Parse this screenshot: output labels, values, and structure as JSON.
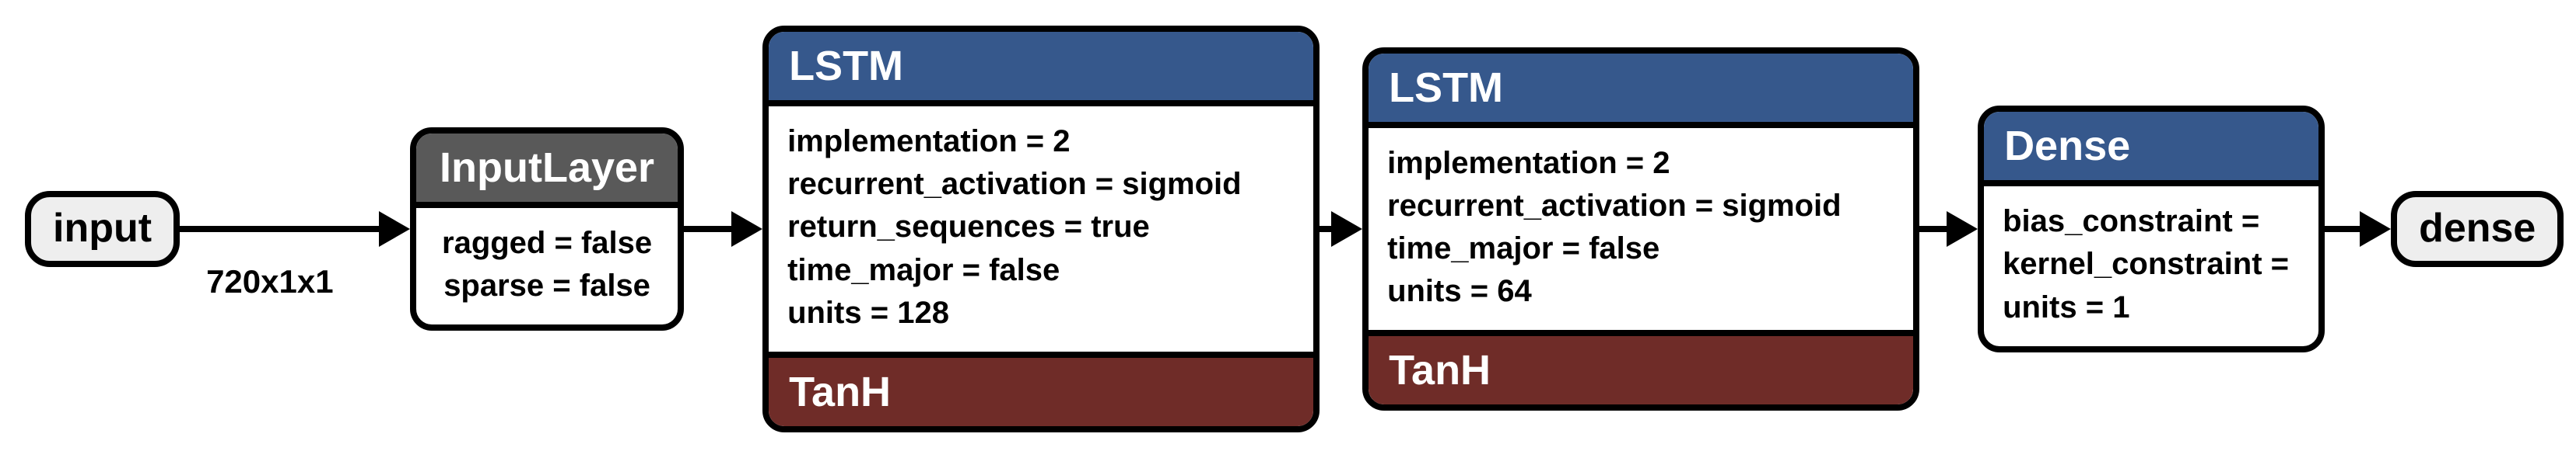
{
  "diagram": {
    "type": "neural-network-model-graph",
    "input_node": {
      "label": "input"
    },
    "output_node": {
      "label": "dense"
    },
    "edges": {
      "input_to_inputlayer": {
        "shape_label": "720x1x1"
      }
    },
    "layers": [
      {
        "name": "InputLayer",
        "header_color": "#595959",
        "params": [
          "ragged = false",
          "sparse = false"
        ]
      },
      {
        "name": "LSTM",
        "header_color": "#36588C",
        "params": [
          "implementation = 2",
          "recurrent_activation = sigmoid",
          "return_sequences = true",
          "time_major = false",
          "units = 128"
        ],
        "activation": "TanH",
        "activation_color": "#6F2C28"
      },
      {
        "name": "LSTM",
        "header_color": "#36588C",
        "params": [
          "implementation = 2",
          "recurrent_activation = sigmoid",
          "time_major = false",
          "units = 64"
        ],
        "activation": "TanH",
        "activation_color": "#6F2C28"
      },
      {
        "name": "Dense",
        "header_color": "#36588C",
        "params": [
          "bias_constraint =",
          "kernel_constraint =",
          "units = 1"
        ]
      }
    ],
    "colors": {
      "layer_header_blue": "#36588C",
      "inputlayer_header_gray": "#595959",
      "activation_footer_red": "#6F2C28",
      "terminal_node_fill": "#EEEEEE",
      "border": "#000000",
      "background": "#FFFFFF"
    }
  }
}
